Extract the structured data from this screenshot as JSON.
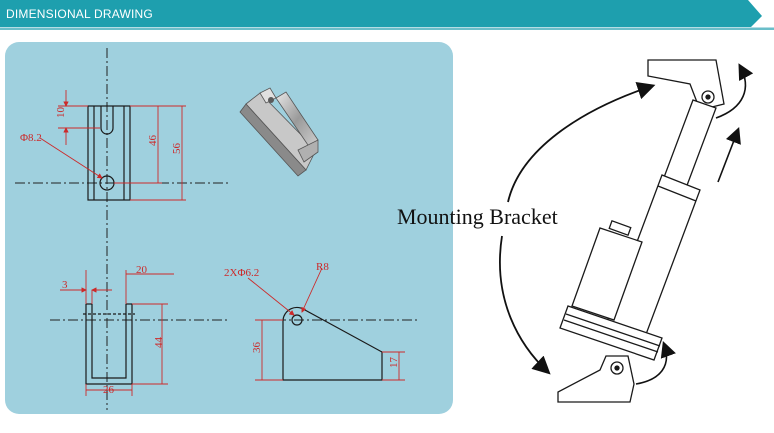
{
  "header": {
    "title": "DIMENSIONAL DRAWING",
    "accent_color": "#1e9fae"
  },
  "panel": {
    "background": "#9fd0de"
  },
  "dimensions": {
    "hole_diameter": "Φ8.2",
    "slot_depth": "10",
    "height_46": "46",
    "height_56": "56",
    "wall_3": "3",
    "width_20": "20",
    "height_44": "44",
    "base_26": "26",
    "holes_2x": "2XΦ6.2",
    "radius": "R8",
    "height_36": "36",
    "height_17": "17"
  },
  "callout": {
    "label": "Mounting Bracket"
  },
  "icons": [
    "bracket-3d-render",
    "linear-actuator",
    "rotation-arrow-icon"
  ],
  "colors": {
    "dimension": "#cc2a2a",
    "line": "#1a1a1a"
  }
}
